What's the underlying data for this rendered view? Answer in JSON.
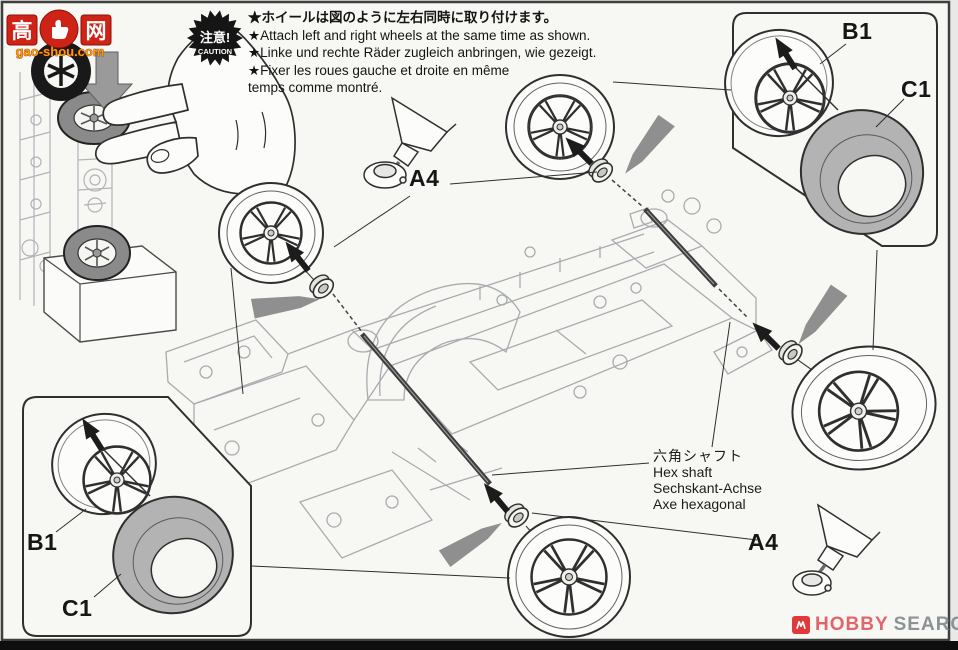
{
  "caution": {
    "badge": {
      "top": "注意!",
      "bottom": "CAUTION"
    },
    "lines": [
      "★ホイールは図のように左右同時に取り付けます。",
      "★Attach left and right wheels at the same time as shown.",
      "★Linke und rechte Räder zugleich anbringen, wie gezeigt.",
      "★Fixer les roues gauche et droite en même",
      "temps comme montré."
    ]
  },
  "part_labels": {
    "a4": "A4",
    "b1": "B1",
    "c1": "C1"
  },
  "hex_shaft_note": {
    "jp": "六角シャフト",
    "en": "Hex shaft",
    "de": "Sechskant-Achse",
    "fr": "Axe hexagonal"
  },
  "watermarks": {
    "top_left": {
      "char_left": "高",
      "char_right": "网",
      "domain": "gao-shou.com",
      "red": "#cf2318",
      "orange": "#ff9a00"
    },
    "bottom_right": {
      "word1": "HOBBY",
      "word2": "SEARCH",
      "icon_red": "#e1383e",
      "word1_color": "#e0666c",
      "word2_color": "#8d9297"
    }
  },
  "colors": {
    "page_bg": "#f7f7f4",
    "line_dark": "#2f2f2f",
    "chassis_line": "#a8acaf",
    "tire_gray": "#b3b3b3",
    "dark_tire": "#8a8a8a",
    "arrow_gray": "#8f8f8f",
    "footer_bar": "#0e0e0e"
  }
}
